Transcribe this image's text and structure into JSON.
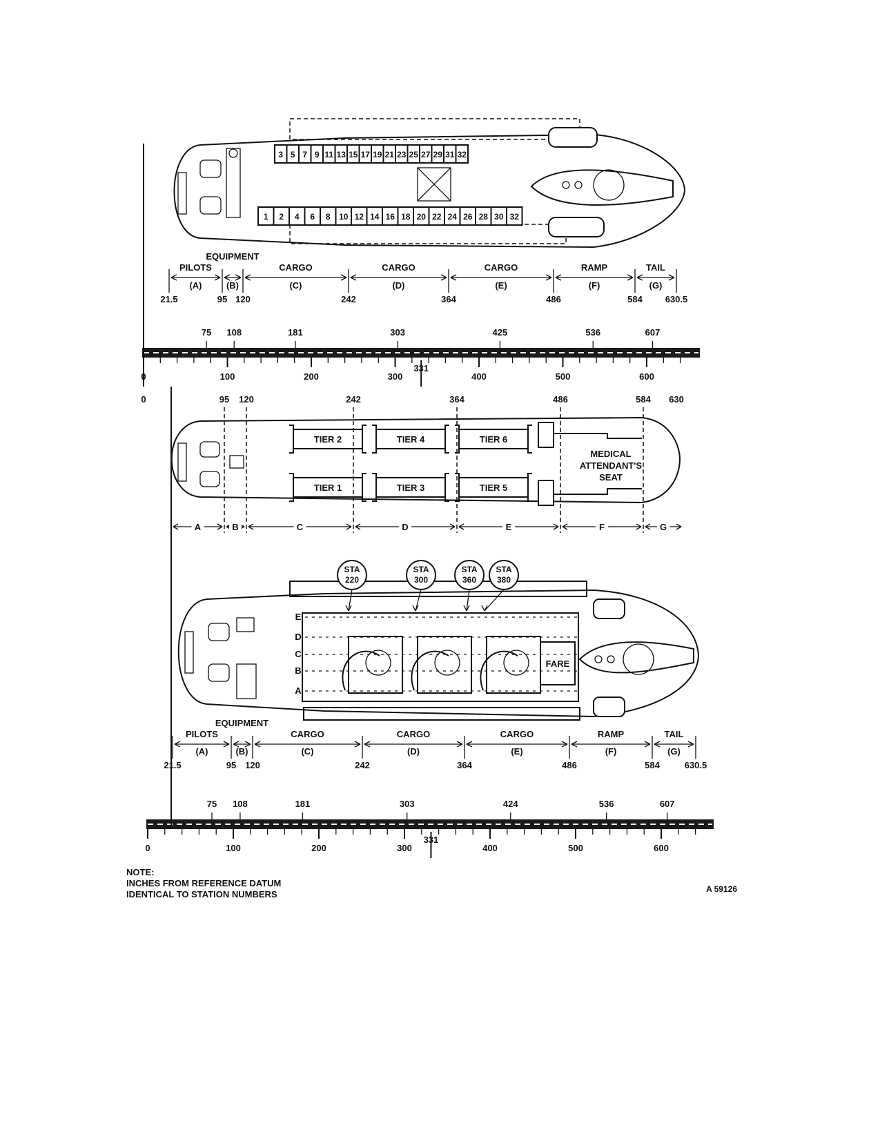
{
  "top": {
    "seats_top": [
      "3",
      "5",
      "7",
      "9",
      "11",
      "13",
      "15",
      "17",
      "19",
      "21",
      "23",
      "25",
      "27",
      "29",
      "31",
      "32"
    ],
    "seats_bottom": [
      "1",
      "2",
      "4",
      "6",
      "8",
      "10",
      "12",
      "14",
      "16",
      "18",
      "20",
      "22",
      "24",
      "26",
      "28",
      "30",
      "32"
    ],
    "zone_top": [
      {
        "name": "PILOTS",
        "code": "(A)"
      },
      {
        "name": "EQUIPMENT",
        "code": "(B)"
      },
      {
        "name": "CARGO",
        "code": "(C)"
      },
      {
        "name": "CARGO",
        "code": "(D)"
      },
      {
        "name": "CARGO",
        "code": "(E)"
      },
      {
        "name": "RAMP",
        "code": "(F)"
      },
      {
        "name": "TAIL",
        "code": "(G)"
      }
    ],
    "boundaries": [
      "21.5",
      "95",
      "120",
      "242",
      "364",
      "486",
      "584",
      "630.5"
    ],
    "centers": [
      "75",
      "108",
      "181",
      "303",
      "425",
      "536",
      "607"
    ],
    "ruler_ticks": [
      "0",
      "100",
      "200",
      "300",
      "400",
      "500",
      "600"
    ],
    "cg": "331"
  },
  "middle": {
    "stations": [
      "0",
      "95",
      "120",
      "242",
      "364",
      "486",
      "584",
      "630"
    ],
    "tiers": [
      "TIER 2",
      "TIER 4",
      "TIER 6",
      "TIER 1",
      "TIER  3",
      "TIER 5"
    ],
    "attendant": [
      "MEDICAL",
      "ATTENDANT'S",
      "SEAT"
    ],
    "zones": [
      "A",
      "B",
      "C",
      "D",
      "E",
      "F",
      "G"
    ]
  },
  "bottom": {
    "sta": [
      {
        "s": "STA",
        "n": "220"
      },
      {
        "s": "STA",
        "n": "300"
      },
      {
        "s": "STA",
        "n": "360"
      },
      {
        "s": "STA",
        "n": "380"
      }
    ],
    "rows": [
      "E",
      "D",
      "C",
      "B",
      "A"
    ],
    "fare": "FARE",
    "zone_top": [
      {
        "name": "PILOTS",
        "code": "(A)"
      },
      {
        "name": "EQUIPMENT",
        "code": "(B)"
      },
      {
        "name": "CARGO",
        "code": "(C)"
      },
      {
        "name": "CARGO",
        "code": "(D)"
      },
      {
        "name": "CARGO",
        "code": "(E)"
      },
      {
        "name": "RAMP",
        "code": "(F)"
      },
      {
        "name": "TAIL",
        "code": "(G)"
      }
    ],
    "boundaries": [
      "21.5",
      "95",
      "120",
      "242",
      "364",
      "486",
      "584",
      "630.5"
    ],
    "centers": [
      "75",
      "108",
      "181",
      "303",
      "424",
      "536",
      "607"
    ],
    "ruler_ticks": [
      "0",
      "100",
      "200",
      "300",
      "400",
      "500",
      "600"
    ],
    "cg": "331"
  },
  "note": {
    "label": "NOTE:",
    "line1": "INCHES FROM REFERENCE DATUM",
    "line2": "IDENTICAL TO STATION NUMBERS"
  },
  "figure_id": "A 59126"
}
